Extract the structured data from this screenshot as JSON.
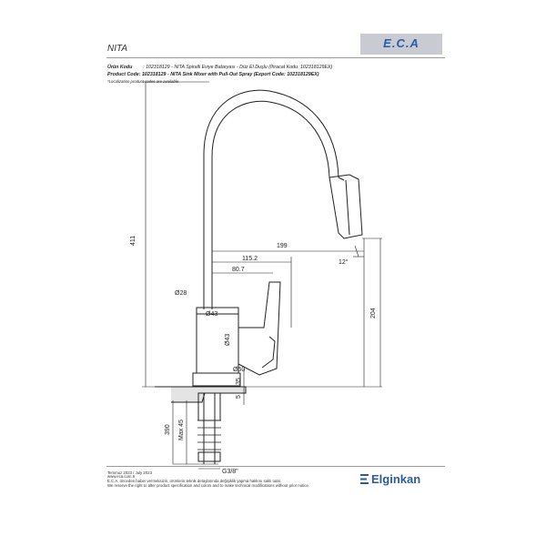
{
  "header": {
    "logo_text": "E.C.A",
    "product_name": "NITA",
    "urun_kodu_label": "Ürün Kodu",
    "urun_kodu_text": ": 102318129 - NITA Spiralli Eviye Bataryası - Düz El Duşlu (İhracat Kodu: 102318129EX)",
    "product_code_label": "Product Code:",
    "product_code_text": "102318129 - NITA Sink Mixer with Pull-Out Spray (Export Code: 102318129EX)",
    "note": "*Localization product codes are available."
  },
  "dimensions": {
    "height_total": "411",
    "reach": "199",
    "d1": "115.2",
    "d2": "80.7",
    "diam_28": "Ø28",
    "diam_43_a": "Ø43",
    "diam_43_b": "Ø43",
    "diam_50": "Ø50",
    "angle": "12°",
    "height_spout": "204",
    "dim_35": "35",
    "dim_5": "5",
    "hose": "390",
    "max": "Max 45",
    "thread": "G3/8\""
  },
  "footer": {
    "date": "Temmuz 2023 / July 2023",
    "web": "www.eca.com.tr",
    "tr_note": "E.C.A. önceden haber vermeksizin, ürünlerin teknik detaylarında değişiklik yapma hakkını saklı tutar.",
    "en_note": "We reserve the right to alter product specification and colors and to make technical modifications without prior notice.",
    "brand": "Elginkan"
  },
  "colors": {
    "brand_blue": "#2d5a9e",
    "logo_bg": "#c8ccd2"
  }
}
